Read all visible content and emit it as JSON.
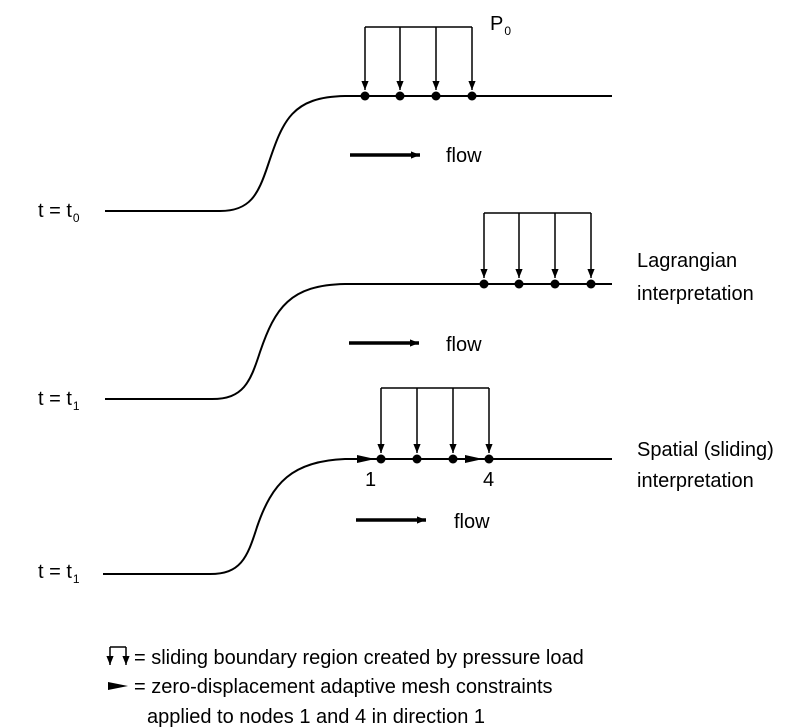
{
  "diagram": {
    "line_color": "#000000",
    "background": "#ffffff",
    "panel_top": {
      "time_label": "t = t",
      "time_subscript": "0",
      "load_label": "P",
      "load_subscript": "0",
      "flow_label": "flow"
    },
    "panel_middle": {
      "time_label": "t = t",
      "time_subscript": "1",
      "interpretation_line1": "Lagrangian",
      "interpretation_line2": "interpretation",
      "flow_label": "flow"
    },
    "panel_bottom": {
      "time_label": "t = t",
      "time_subscript": "1",
      "interpretation_line1": "Spatial (sliding)",
      "interpretation_line2": "interpretation",
      "node_label_first": "1",
      "node_label_last": "4",
      "flow_label": "flow"
    },
    "legend": {
      "item_pressure": "= sliding boundary region created by pressure load",
      "item_constraint": "= zero-displacement adaptive mesh constraints",
      "item_constraint_cont": "applied to nodes 1 and 4 in direction 1"
    }
  }
}
